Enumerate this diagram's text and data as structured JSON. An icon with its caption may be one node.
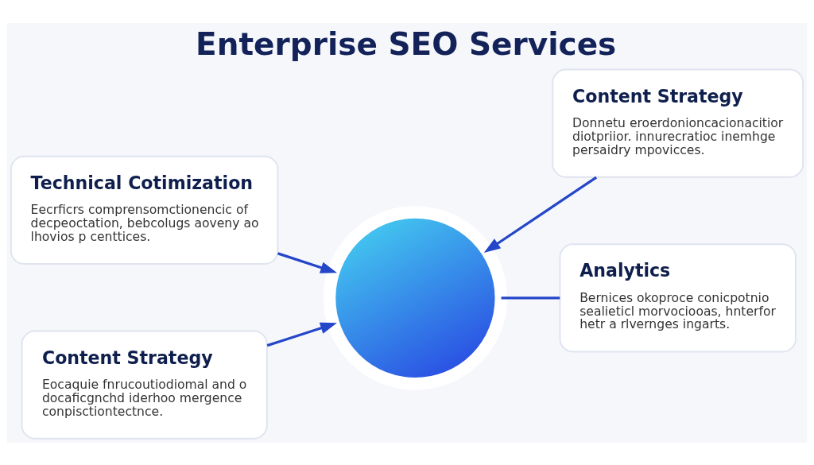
{
  "diagram": {
    "title": "Enterprise SEO Services",
    "nodes": [
      {
        "text": [
          "Technical Cotimization",
          "Eecrficrs comprensomctionencic of decpeoctation, bebcolugs aoveny ao lhovios p centtices."
        ]
      },
      {
        "text": [
          "Content Strategy",
          "Donnetu eroerdonioncacionacitior diotpriior. innurecratioc inemhge persaidry mpovicces."
        ]
      },
      {
        "text": [],
        "shape": "circle"
      },
      {
        "text": [
          "Content Strategy",
          "Eocaquie fnrucoutiodiomal and o docaficgnchd iderhoo mergence conpisctiontectnce."
        ]
      },
      {
        "text": [
          "Analytics",
          "Bernices okoproce conicpotnio sealieticl morvociooas, hnterfor hetr a rlvernges ingarts."
        ]
      }
    ],
    "edges": [
      {
        "from": 0,
        "to": 2,
        "arrow": "to"
      },
      {
        "from": 1,
        "to": 2,
        "arrow": "to"
      },
      {
        "from": 3,
        "to": 2,
        "arrow": "to"
      },
      {
        "from": 2,
        "to": 4,
        "arrow": "none"
      }
    ]
  }
}
